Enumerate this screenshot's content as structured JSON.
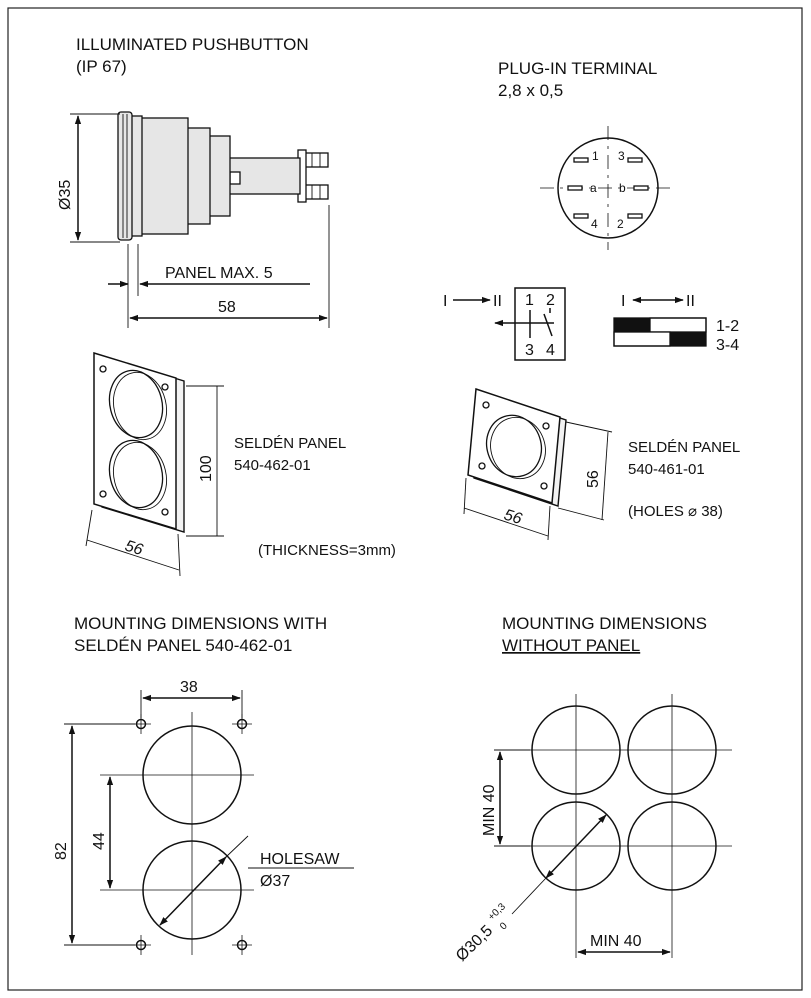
{
  "pushbutton": {
    "title_line1": "ILLUMINATED PUSHBUTTON",
    "title_line2": "(IP 67)",
    "dim_diameter": "Ø35",
    "dim_panel": "PANEL MAX. 5",
    "dim_length": "58"
  },
  "terminal": {
    "title_line1": "PLUG-IN TERMINAL",
    "title_line2": "2,8 x 0,5",
    "pins": [
      "1",
      "3",
      "a",
      "b",
      "4",
      "2"
    ]
  },
  "switching": {
    "pos1": "I",
    "pos2": "II",
    "contacts_top": [
      "1",
      "2"
    ],
    "contacts_bottom": [
      "3",
      "4"
    ],
    "pair_labels": [
      "1-2",
      "3-4"
    ]
  },
  "panel_double": {
    "name": "SELDÉN PANEL",
    "part": "540-462-01",
    "height": "100",
    "width": "56",
    "thickness": "(THICKNESS=3mm)"
  },
  "panel_single": {
    "name": "SELDÉN PANEL",
    "part": "540-461-01",
    "height": "56",
    "width": "56",
    "holes": "(HOLES ⌀ 38)"
  },
  "mount_panel": {
    "title_line1": "MOUNTING DIMENSIONS WITH",
    "title_line2": "SELDÉN PANEL 540-462-01",
    "dim_width": "38",
    "dim_pitch": "44",
    "dim_height": "82",
    "holesaw_label": "HOLESAW",
    "holesaw_size": "Ø37"
  },
  "mount_nopanel": {
    "title_line1": "MOUNTING DIMENSIONS",
    "title_line2": "WITHOUT PANEL",
    "dim_vertical": "MIN 40",
    "dim_horizontal": "MIN 40",
    "dim_hole": "Ø30,5",
    "tol_upper": "+0,3",
    "tol_lower": "0"
  }
}
